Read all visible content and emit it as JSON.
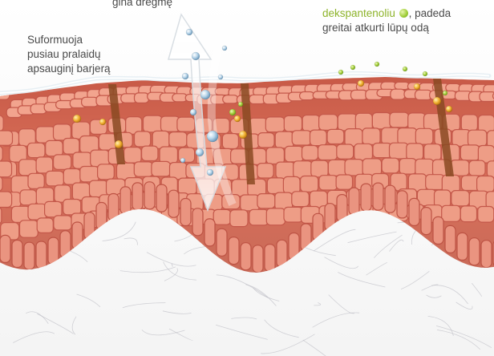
{
  "captions": {
    "top_fragment": "gina drėgmę",
    "left": [
      "Suformuoja",
      "pusiau pralaidų",
      "apsauginį barjerą"
    ],
    "right_green": "dekspantenoliu",
    "right_rest_line1": ", padeda",
    "right_line2": "greitai atkurti lūpų odą"
  },
  "colors": {
    "cell_fill": "#ee9d86",
    "cell_stroke": "#ffffff",
    "tissue_dark": "#b9483c",
    "gap_brown": "#8a4a22",
    "film": "#dde8ef",
    "highlight_green": "#8db32a",
    "granule_gold": "#e8a21c",
    "arrow": "#f0f2f4"
  },
  "icons": [
    "water-droplet-icon",
    "dexpanthenol-granule-icon",
    "double-arrow-icon"
  ]
}
